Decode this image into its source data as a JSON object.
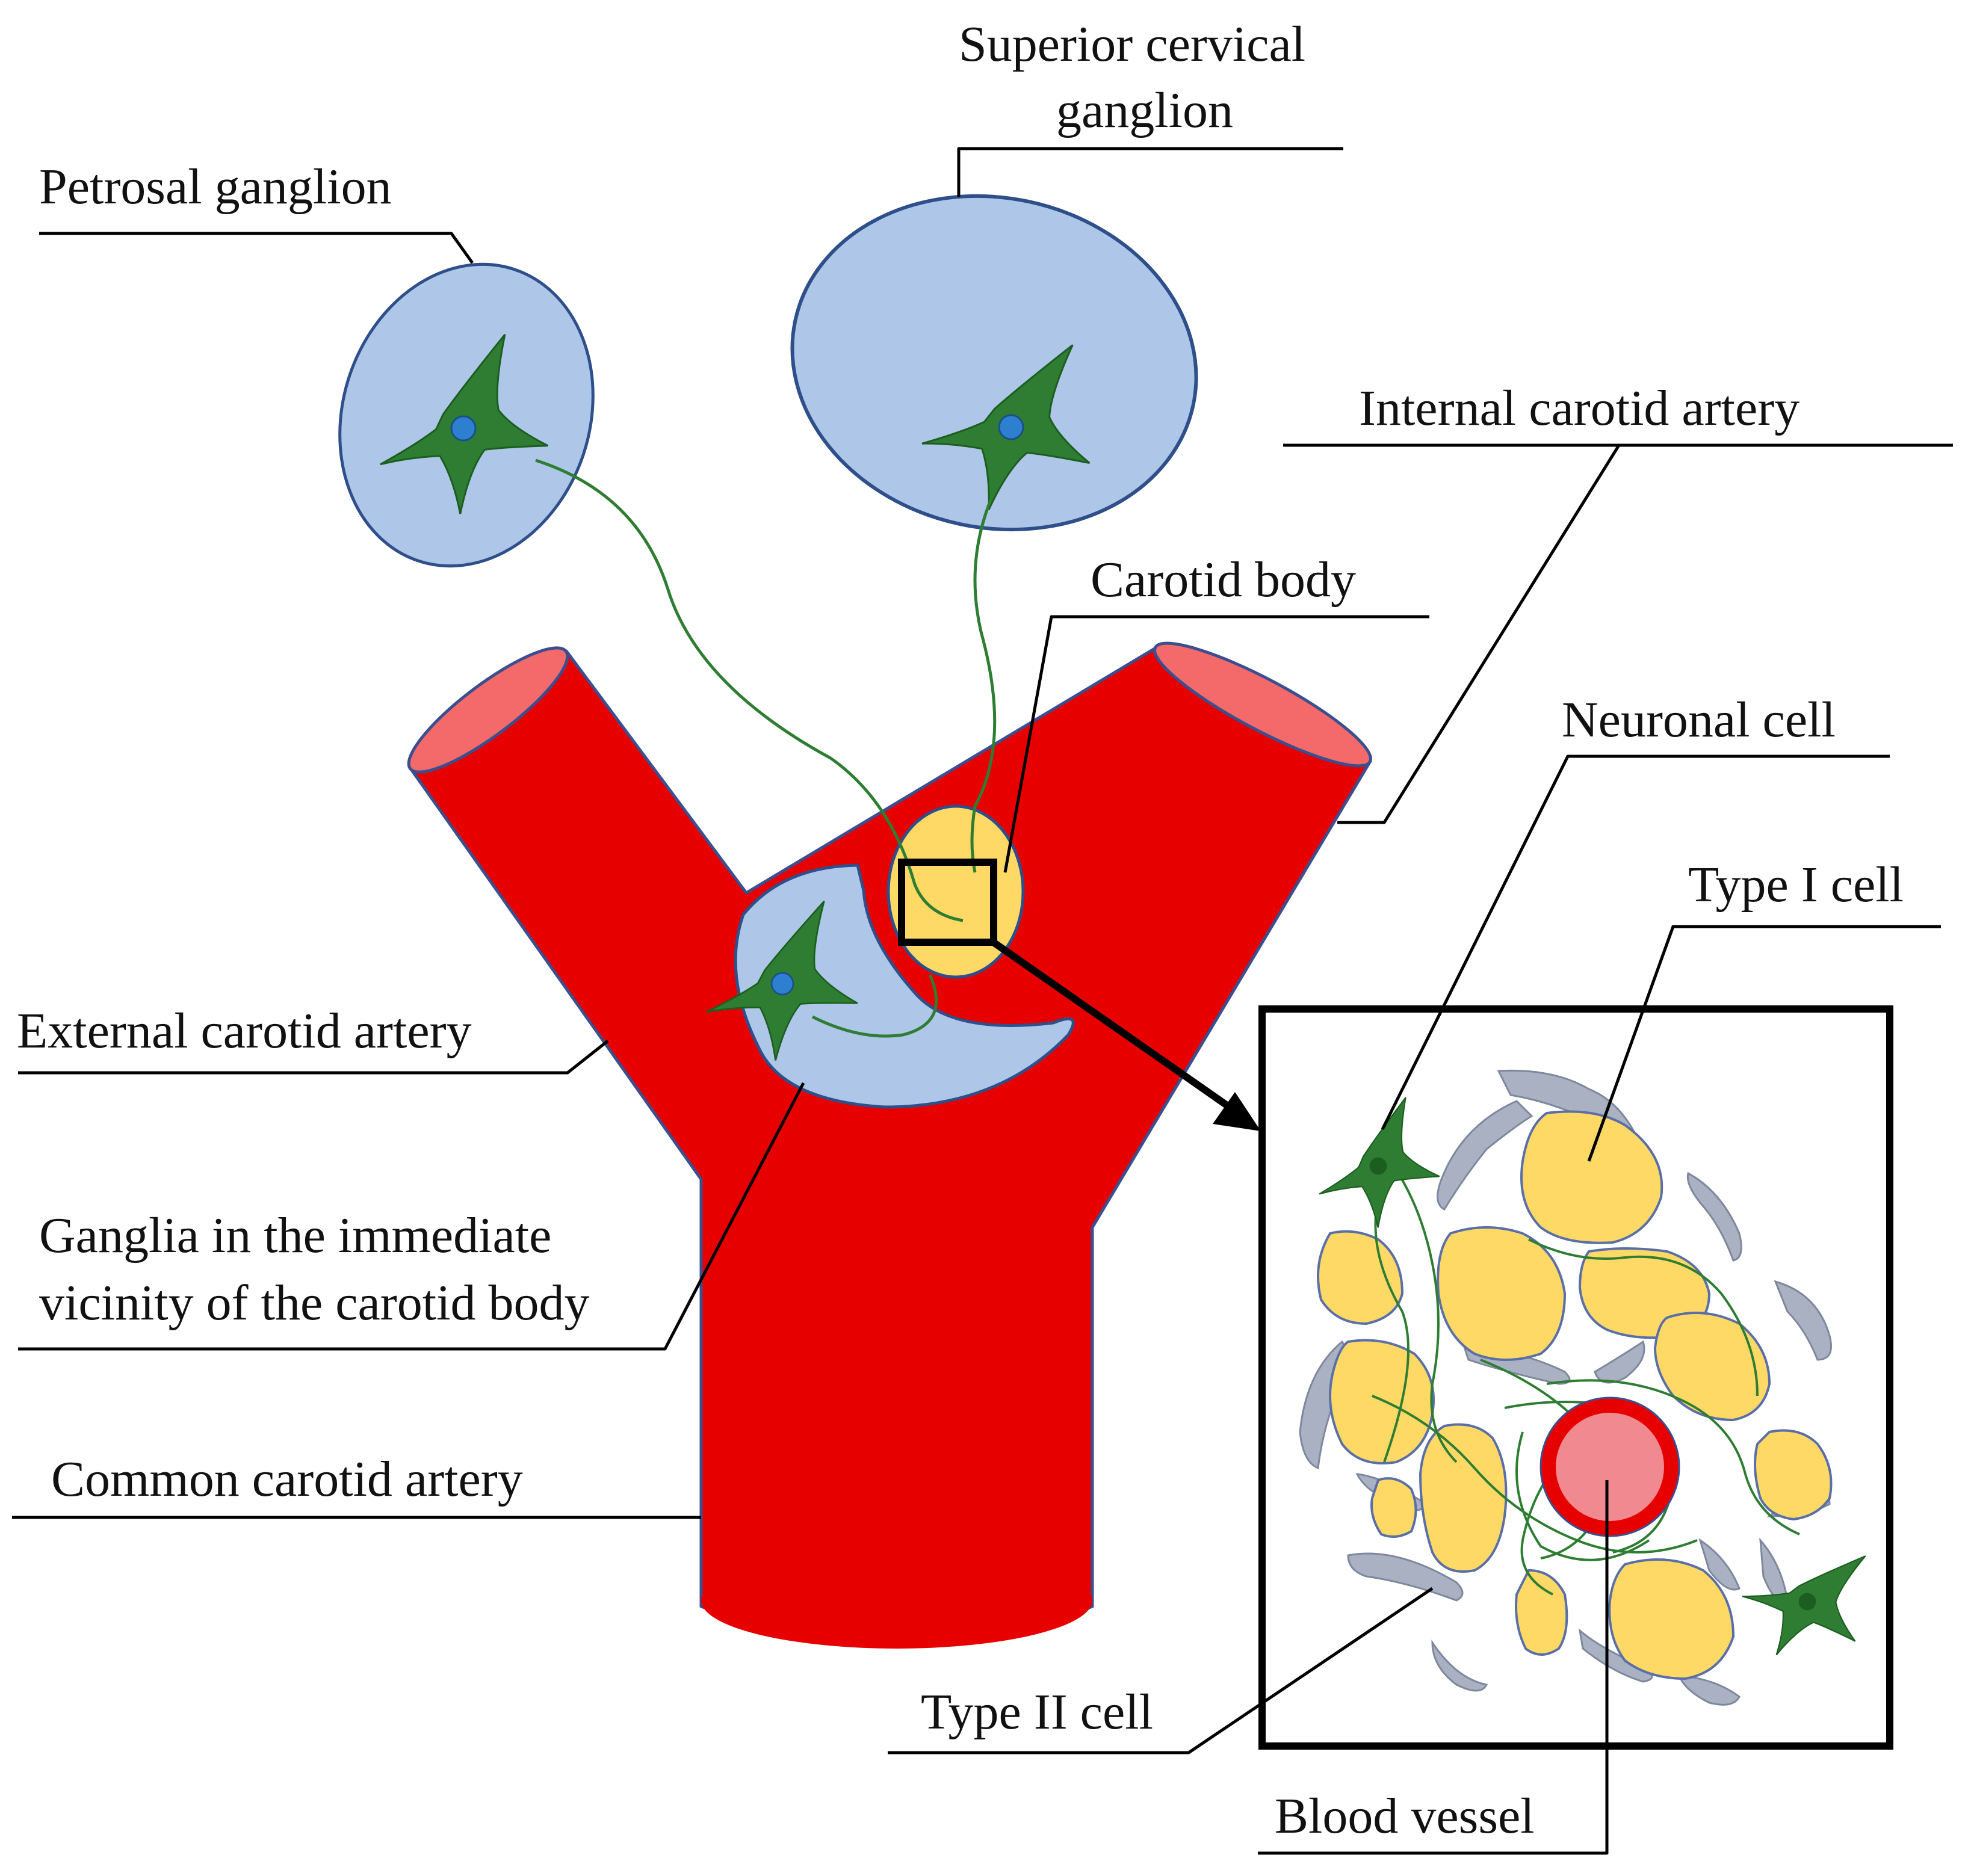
{
  "labels": {
    "superior_cervical_ganglion_line1": "Superior cervical",
    "superior_cervical_ganglion_line2": "ganglion",
    "petrosal_ganglion": "Petrosal ganglion",
    "internal_carotid_artery": "Internal  carotid artery",
    "carotid_body": "Carotid body",
    "neuronal_cell": "Neuronal  cell",
    "type_i_cell": "Type I cell",
    "external_carotid_artery": "External  carotid artery",
    "ganglia_vicinity_line1": "Ganglia  in the immediate",
    "ganglia_vicinity_line2": "vicinity  of the carotid body",
    "common_carotid_artery": "Common carotid artery",
    "type_ii_cell": "Type II cell",
    "blood_vessel": "Blood vessel"
  },
  "colors": {
    "artery_red": "#e60000",
    "artery_lumen": "#f46a6a",
    "artery_outline": "#3b4f8f",
    "ganglion_blue": "#aec6e8",
    "ganglion_outline": "#2f4f8a",
    "neuron_green": "#2e7d32",
    "nucleus_blue": "#2f7fd1",
    "type_i_yellow": "#ffd966",
    "type_ii_gray": "#a9b1c2",
    "vessel_pink": "#f08a90",
    "leader_line": "#000000"
  }
}
